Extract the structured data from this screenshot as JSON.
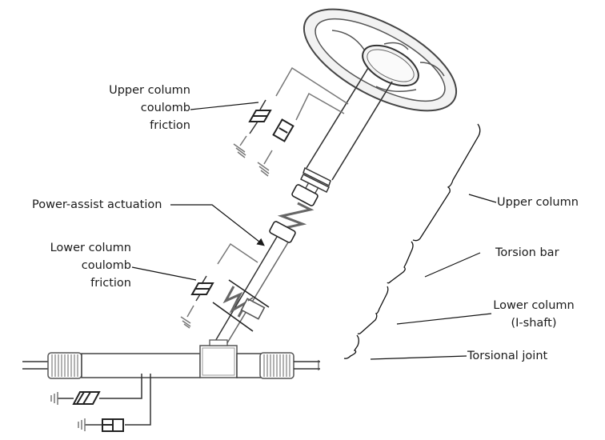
{
  "diagram": {
    "title": "Steering column lumped-parameter model",
    "colors": {
      "line": "#1a1a1a",
      "component": "#555555",
      "wheel_fill": "#f2f2f2",
      "background": "#ffffff"
    },
    "labels": {
      "upper_friction": [
        "Upper column",
        "coulomb",
        "friction"
      ],
      "power_assist": "Power-assist actuation",
      "lower_friction": [
        "Lower column",
        "coulomb",
        "friction"
      ],
      "upper_column": "Upper column",
      "torsion_bar": "Torsion bar",
      "lower_column": [
        "Lower column",
        "(I-shaft)"
      ],
      "torsional_joint": "Torsional joint"
    },
    "components": [
      {
        "name": "steering-wheel",
        "type": "rigid body"
      },
      {
        "name": "upper-column-shaft",
        "type": "shaft"
      },
      {
        "name": "torsion-bar-spring",
        "type": "spring"
      },
      {
        "name": "lower-column-shaft",
        "type": "shaft"
      },
      {
        "name": "torsional-joint-spring",
        "type": "spring"
      },
      {
        "name": "torsional-joint-damper",
        "type": "damper"
      },
      {
        "name": "rack-and-pinion",
        "type": "rack"
      },
      {
        "name": "upper-friction-element",
        "type": "coulomb friction"
      },
      {
        "name": "upper-damper-element",
        "type": "damper"
      },
      {
        "name": "lower-friction-element",
        "type": "coulomb friction"
      },
      {
        "name": "rack-friction-element",
        "type": "coulomb friction"
      },
      {
        "name": "rack-damper-element",
        "type": "damper"
      }
    ]
  }
}
